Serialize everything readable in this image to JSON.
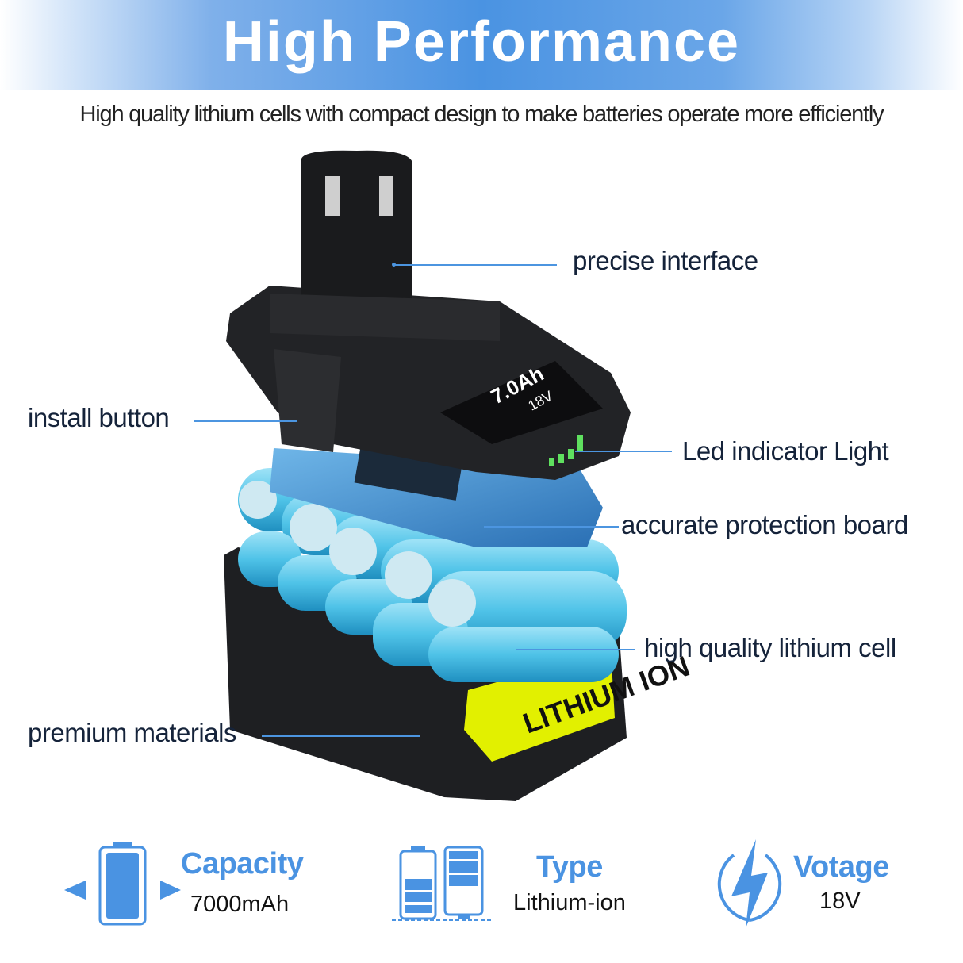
{
  "header": {
    "title": "High Performance",
    "subtitle": "High quality lithium cells with compact design to make batteries operate more efficiently",
    "gradient_color": "#4a93e2"
  },
  "product": {
    "display_capacity": "7.0Ah",
    "display_voltage": "18V",
    "case_label": "LITHIUM ION"
  },
  "callouts": [
    {
      "label": "precise interface"
    },
    {
      "label": "install button"
    },
    {
      "label": "Led indicator Light"
    },
    {
      "label": "accurate protection board"
    },
    {
      "label": "high quality lithium cell"
    },
    {
      "label": "premium materials"
    }
  ],
  "specs": [
    {
      "icon": "battery-capacity-icon",
      "title": "Capacity",
      "value": "7000mAh"
    },
    {
      "icon": "battery-type-icon",
      "title": "Type",
      "value": "Lithium-ion"
    },
    {
      "icon": "lightning-voltage-icon",
      "title": "Votage",
      "value": "18V"
    }
  ],
  "colors": {
    "accent": "#4a93e2",
    "case": "#1e1f22",
    "cells": "#4fc3e8",
    "label": "#e2f000"
  }
}
